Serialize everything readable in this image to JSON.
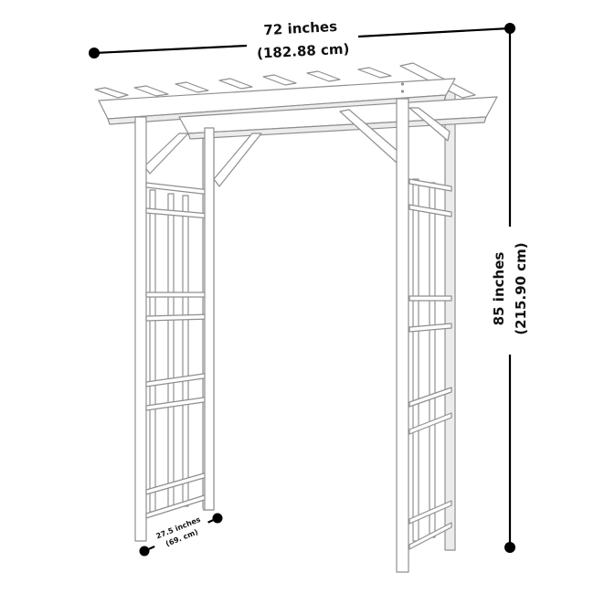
{
  "dimensions": {
    "width": {
      "line1": "72 inches",
      "line2": "(182.88 cm)"
    },
    "height": {
      "line1": "85 inches",
      "line2": "(215.90 cm)"
    },
    "depth": {
      "line1": "27.5 inches",
      "line2": "(69. cm)"
    }
  },
  "colors": {
    "dimension_ink": "#000000",
    "arbor_fill": "#ffffff",
    "arbor_outline": "#8f8f8f"
  }
}
